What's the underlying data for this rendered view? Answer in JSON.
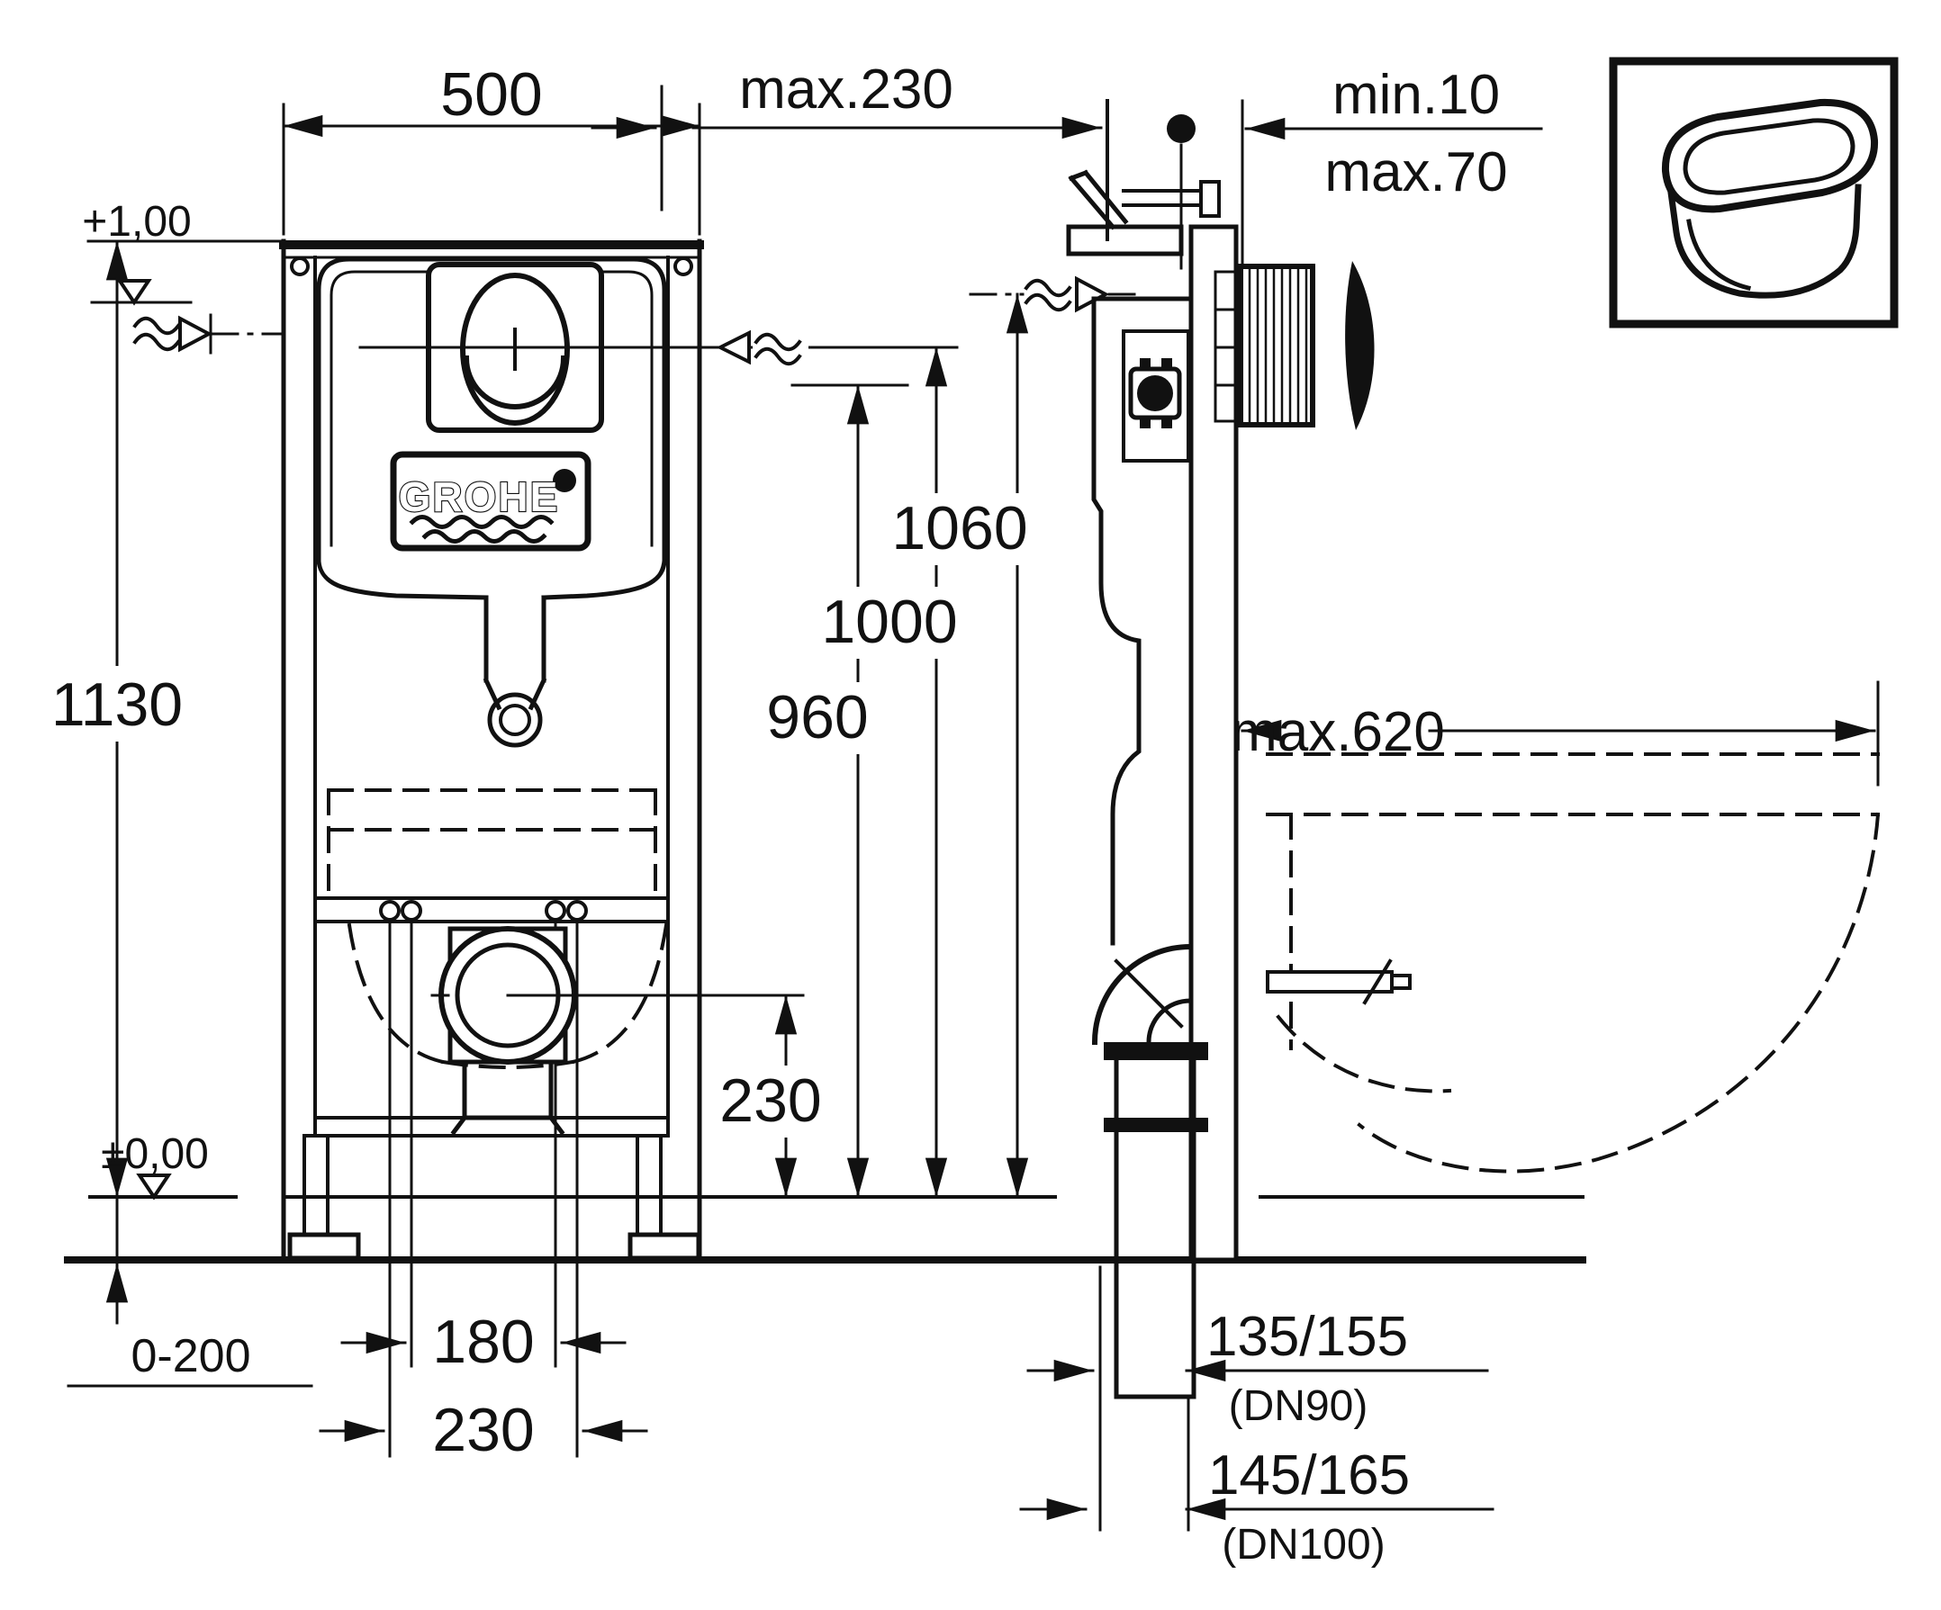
{
  "title": "Wall-hung WC installation frame technical drawing",
  "colors": {
    "ink": "#111111",
    "bg": "#ffffff"
  },
  "brand": {
    "logo_text": "GROHE"
  },
  "front_view": {
    "dim_width": "500",
    "dim_height": "1130",
    "level_upper": "+1,00",
    "level_floor": "±0,00",
    "dim_floor_range": "0-200",
    "dim_bolt_spacing": "180",
    "dim_drain_offset": "230"
  },
  "elevations": {
    "dim_1060": "1060",
    "dim_1000": "1000",
    "dim_960": "960",
    "dim_drain_height": "230"
  },
  "side_view": {
    "dim_wall_max": "max.230",
    "dim_finish_min": "min.10",
    "dim_finish_max": "max.70",
    "dim_bowl_depth": "max.620",
    "dim_outlet_90": "135/155",
    "dim_outlet_90_dn": "(DN90)",
    "dim_outlet_100": "145/165",
    "dim_outlet_100_dn": "(DN100)"
  }
}
